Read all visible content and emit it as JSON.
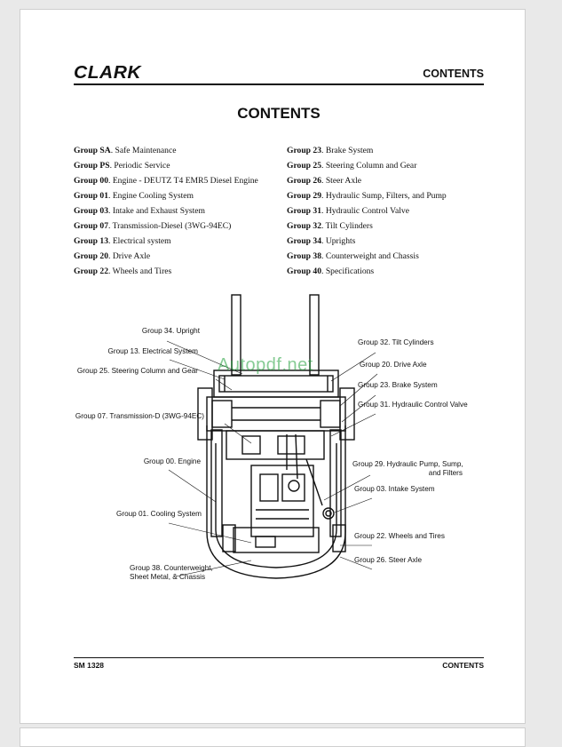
{
  "header": {
    "logo": "CLARK",
    "section": "CONTENTS"
  },
  "title": "CONTENTS",
  "toc_left": [
    {
      "group": "Group SA",
      "name": ". Safe Maintenance"
    },
    {
      "group": "Group PS",
      "name": ". Periodic Service"
    },
    {
      "group": "Group 00",
      "name": ". Engine - DEUTZ T4 EMR5 Diesel Engine"
    },
    {
      "group": "Group 01",
      "name": ". Engine Cooling System"
    },
    {
      "group": "Group 03",
      "name": ". Intake and Exhaust System"
    },
    {
      "group": "Group 07",
      "name": ". Transmission-Diesel (3WG-94EC)"
    },
    {
      "group": "Group 13",
      "name": ". Electrical system"
    },
    {
      "group": "Group 20",
      "name": ". Drive Axle"
    },
    {
      "group": "Group 22",
      "name": ". Wheels and Tires"
    }
  ],
  "toc_right": [
    {
      "group": "Group 23",
      "name": ". Brake System"
    },
    {
      "group": "Group 25",
      "name": ". Steering Column and Gear"
    },
    {
      "group": "Group 26",
      "name": ". Steer Axle"
    },
    {
      "group": "Group 29",
      "name": ". Hydraulic Sump, Filters, and Pump"
    },
    {
      "group": "Group 31",
      "name": ". Hydraulic Control Valve"
    },
    {
      "group": "Group 32",
      "name": ". Tilt Cylinders"
    },
    {
      "group": "Group 34",
      "name": ". Uprights"
    },
    {
      "group": "Group 38",
      "name": ". Counterweight and Chassis"
    },
    {
      "group": "Group 40",
      "name": ". Specifications"
    }
  ],
  "diagram_labels": {
    "upright": "Group 34. Upright",
    "electrical": "Group 13. Electrical System",
    "steering": "Group 25. Steering Column and Gear",
    "transmission": "Group 07. Transmission-D (3WG-94EC)",
    "engine": "Group 00. Engine",
    "cooling": "Group 01. Cooling System",
    "counterweight_1": "Group 38. Counterweight,",
    "counterweight_2": "Sheet Metal, & Chassis",
    "tilt": "Group 32. Tilt Cylinders",
    "drive_axle": "Group 20. Drive Axle",
    "brake": "Group 23. Brake System",
    "valve": "Group 31. Hydraulic Control Valve",
    "pump_1": "Group 29. Hydraulic Pump, Sump,",
    "pump_2": "and Filters",
    "intake": "Group 03. Intake System",
    "wheels": "Group 22. Wheels and Tires",
    "steer_axle": "Group 26. Steer Axle"
  },
  "watermark": "Autopdf.net",
  "footer": {
    "left": "SM 1328",
    "right": "CONTENTS"
  }
}
